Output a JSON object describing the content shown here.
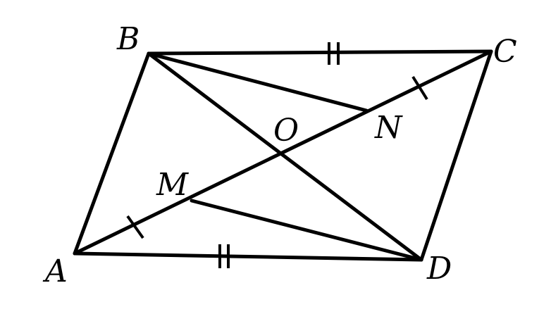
{
  "figure": {
    "points": {
      "A": "A",
      "B": "B",
      "C": "C",
      "D": "D",
      "O": "O",
      "M": "M",
      "N": "N"
    },
    "segments": [
      "AB",
      "BC",
      "CD",
      "DA",
      "AC",
      "BD",
      "BN",
      "MD"
    ],
    "equal_marks": {
      "double": [
        "BC",
        "AD"
      ],
      "single": [
        "AM",
        "NC"
      ]
    },
    "line_color": "#000000",
    "background": "#ffffff"
  }
}
